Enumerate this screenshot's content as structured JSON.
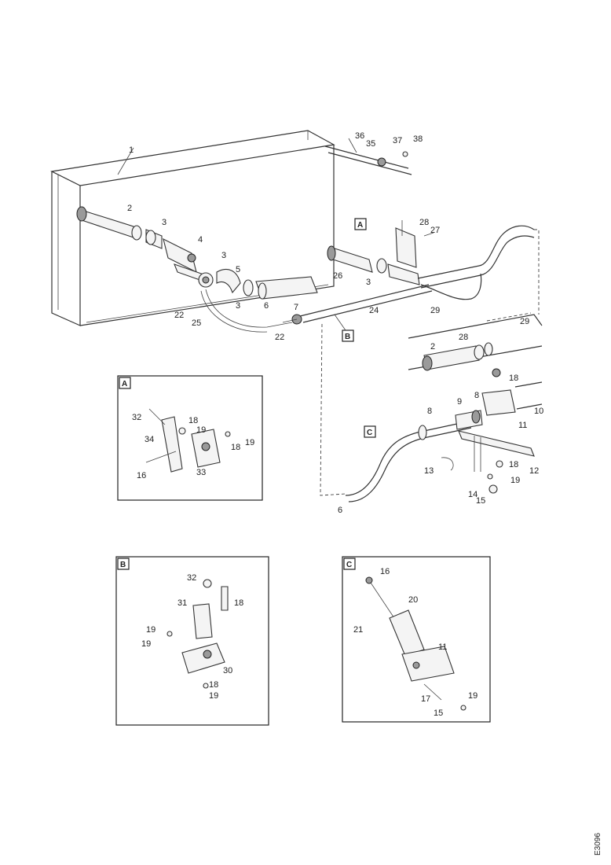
{
  "callouts": {
    "c1": "1",
    "c2": "2",
    "c3a": "3",
    "c4a": "4",
    "c3b": "3",
    "c5": "5",
    "c3c": "3",
    "c6": "6",
    "c7": "7",
    "c22a": "22",
    "c25": "25",
    "c22b": "22",
    "c26": "26",
    "c3d": "3",
    "c28": "28",
    "c27": "27",
    "c24": "24",
    "c29a": "29",
    "c36": "36",
    "c35": "35",
    "c37": "37",
    "c38": "38",
    "c29b": "29",
    "c2b": "2",
    "c28b": "28",
    "c18a": "18",
    "c10": "10",
    "c11": "11",
    "c8a": "8",
    "c8b": "8",
    "c9": "9",
    "c13": "13",
    "c14": "14",
    "c15": "15",
    "c18b": "18",
    "c19a": "19",
    "c12": "12",
    "c6b": "6"
  },
  "tags": {
    "A": "A",
    "B": "B",
    "C": "C"
  },
  "detail_a": {
    "tag": "A",
    "callouts": {
      "c32": "32",
      "c34": "34",
      "c18a": "18",
      "c19a": "19",
      "c18b": "18",
      "c19b": "19",
      "c16": "16",
      "c33": "33"
    }
  },
  "detail_b": {
    "tag": "B",
    "callouts": {
      "c32": "32",
      "c31": "31",
      "c18a": "18",
      "c19a": "19",
      "c19b": "19",
      "c30": "30",
      "c18b": "18",
      "c19c": "19"
    }
  },
  "detail_c": {
    "tag": "C",
    "callouts": {
      "c16": "16",
      "c20": "20",
      "c21": "21",
      "c11": "11",
      "c17": "17",
      "c15": "15",
      "c19": "19"
    }
  },
  "drawing_number": "E3096"
}
